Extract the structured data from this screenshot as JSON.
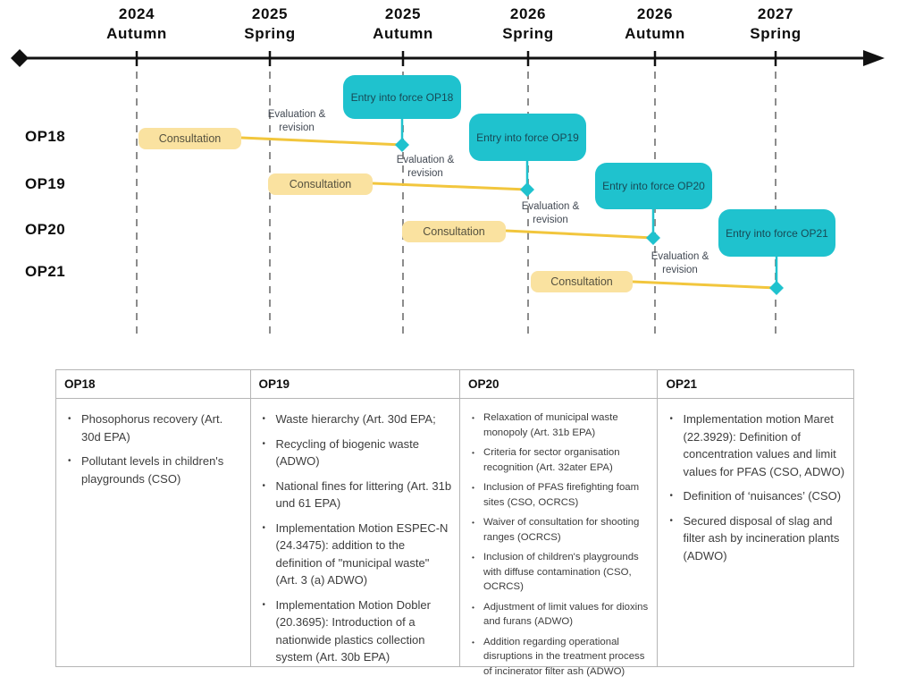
{
  "colors": {
    "teal": "#1fc2ce",
    "teal_text": "#174a56",
    "consultation_bg": "#fae2a0",
    "consultation_text": "#55513f",
    "connector_yellow": "#f2c63d",
    "axis_black": "#111111",
    "dashed_gray": "#8c8c8c"
  },
  "timeline": {
    "axis_milestones": [
      {
        "year": "2024",
        "season": "Autumn"
      },
      {
        "year": "2025",
        "season": "Spring"
      },
      {
        "year": "2025",
        "season": "Autumn"
      },
      {
        "year": "2026",
        "season": "Spring"
      },
      {
        "year": "2026",
        "season": "Autumn"
      },
      {
        "year": "2027",
        "season": "Spring"
      }
    ],
    "rows": [
      {
        "label": "OP18",
        "consultation": "Consultation",
        "evaluation": "Evaluation & revision",
        "entry": "Entry into force OP18"
      },
      {
        "label": "OP19",
        "consultation": "Consultation",
        "evaluation": "Evaluation & revision",
        "entry": "Entry into force OP19"
      },
      {
        "label": "OP20",
        "consultation": "Consultation",
        "evaluation": "Evaluation & revision",
        "entry": "Entry into force OP20"
      },
      {
        "label": "OP21",
        "consultation": "Consultation",
        "evaluation": "Evaluation & revision",
        "entry": "Entry into force OP21"
      }
    ]
  },
  "table": {
    "columns": [
      {
        "header": "OP18",
        "items": [
          "Phosophorus recovery (Art. 30d EPA)",
          "Pollutant levels in children's playgrounds (CSO)"
        ]
      },
      {
        "header": "OP19",
        "items": [
          "Waste hierarchy (Art. 30d EPA;",
          "Recycling of biogenic waste (ADWO)",
          "National fines for littering (Art. 31b und 61 EPA)",
          "Implementation Motion ESPEC-N (24.3475): addition to the definition of \"municipal waste\" (Art. 3 (a) ADWO)",
          "Implementation Motion Dobler (20.3695): Introduction of a nationwide plastics collection system (Art. 30b EPA)"
        ]
      },
      {
        "header": "OP20",
        "items": [
          "Relaxation of municipal waste monopoly (Art. 31b EPA)",
          "Criteria for sector organisation recognition (Art. 32ater EPA)",
          "Inclusion of PFAS firefighting foam sites (CSO, OCRCS)",
          "Waiver of consultation for shooting ranges (OCRCS)",
          "Inclusion of children's playgrounds with diffuse contamination (CSO, OCRCS)",
          "Adjustment of limit values for dioxins and furans (ADWO)",
          "Addition regarding operational disruptions in the treatment process of incinerator filter ash (ADWO)"
        ]
      },
      {
        "header": "OP21",
        "items": [
          "Implementation motion Maret (22.3929): Definition of concentration values and limit values for PFAS (CSO, ADWO)",
          "Definition of ‘nuisances’ (CSO)",
          "Secured disposal of slag and filter ash by incineration plants (ADWO)"
        ]
      }
    ]
  }
}
